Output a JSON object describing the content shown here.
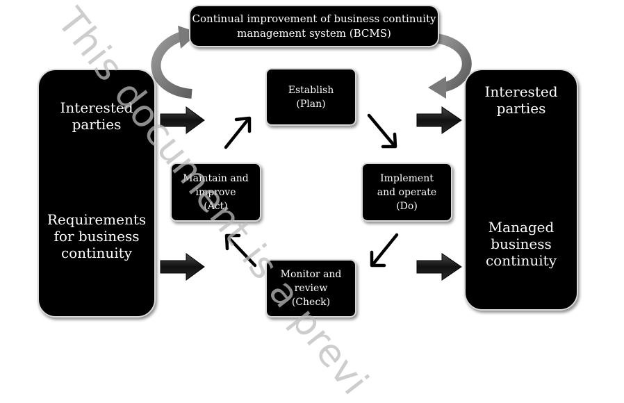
{
  "title": "Continual improvement of business continuity\nmanagement system (BCMS)",
  "left_panel": {
    "top_text": "Interested\nparties",
    "bottom_text": "Requirements\nfor business\ncontinuity"
  },
  "right_panel": {
    "top_text": "Interested\nparties",
    "bottom_text": "Managed\nbusiness\ncontinuity"
  },
  "cycle": {
    "plan": "Establish\n(Plan)",
    "do": "Implement\nand operate\n(Do)",
    "check": "Monitor and\nreview\n(Check)",
    "act": "Maintain and\nimprove\n(Act)"
  },
  "watermark": "This document is a previ",
  "colors": {
    "box_fill": "#000000",
    "box_text": "#ffffff",
    "arrow_fill": "#1a1a1a",
    "curved_arrow": "#7f7f7f",
    "watermark": "#bdbdbd"
  }
}
